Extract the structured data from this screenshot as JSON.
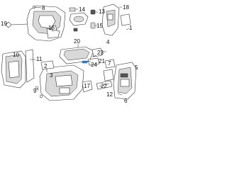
{
  "callouts": [
    {
      "id": "c1",
      "label": "1"
    },
    {
      "id": "c2",
      "label": "2"
    },
    {
      "id": "c3",
      "label": "3"
    },
    {
      "id": "c4",
      "label": "4"
    },
    {
      "id": "c5",
      "label": "5"
    },
    {
      "id": "c6",
      "label": "6"
    },
    {
      "id": "c7",
      "label": "7"
    },
    {
      "id": "c8",
      "label": "8"
    },
    {
      "id": "c9",
      "label": "9"
    },
    {
      "id": "c10",
      "label": "10"
    },
    {
      "id": "c11",
      "label": "11"
    },
    {
      "id": "c12",
      "label": "12"
    },
    {
      "id": "c13",
      "label": "13"
    },
    {
      "id": "c14",
      "label": "14"
    },
    {
      "id": "c15",
      "label": "15"
    },
    {
      "id": "c16",
      "label": "16"
    },
    {
      "id": "c17",
      "label": "17"
    },
    {
      "id": "c18",
      "label": "18"
    },
    {
      "id": "c19",
      "label": "19"
    },
    {
      "id": "c20",
      "label": "20"
    },
    {
      "id": "c21",
      "label": "21"
    },
    {
      "id": "c22",
      "label": "22"
    },
    {
      "id": "c23",
      "label": "23"
    },
    {
      "id": "c24",
      "label": "24"
    }
  ],
  "colors": {
    "highlight": "#1e88e5",
    "line": "#333333",
    "shade": "#d9d9d9"
  }
}
